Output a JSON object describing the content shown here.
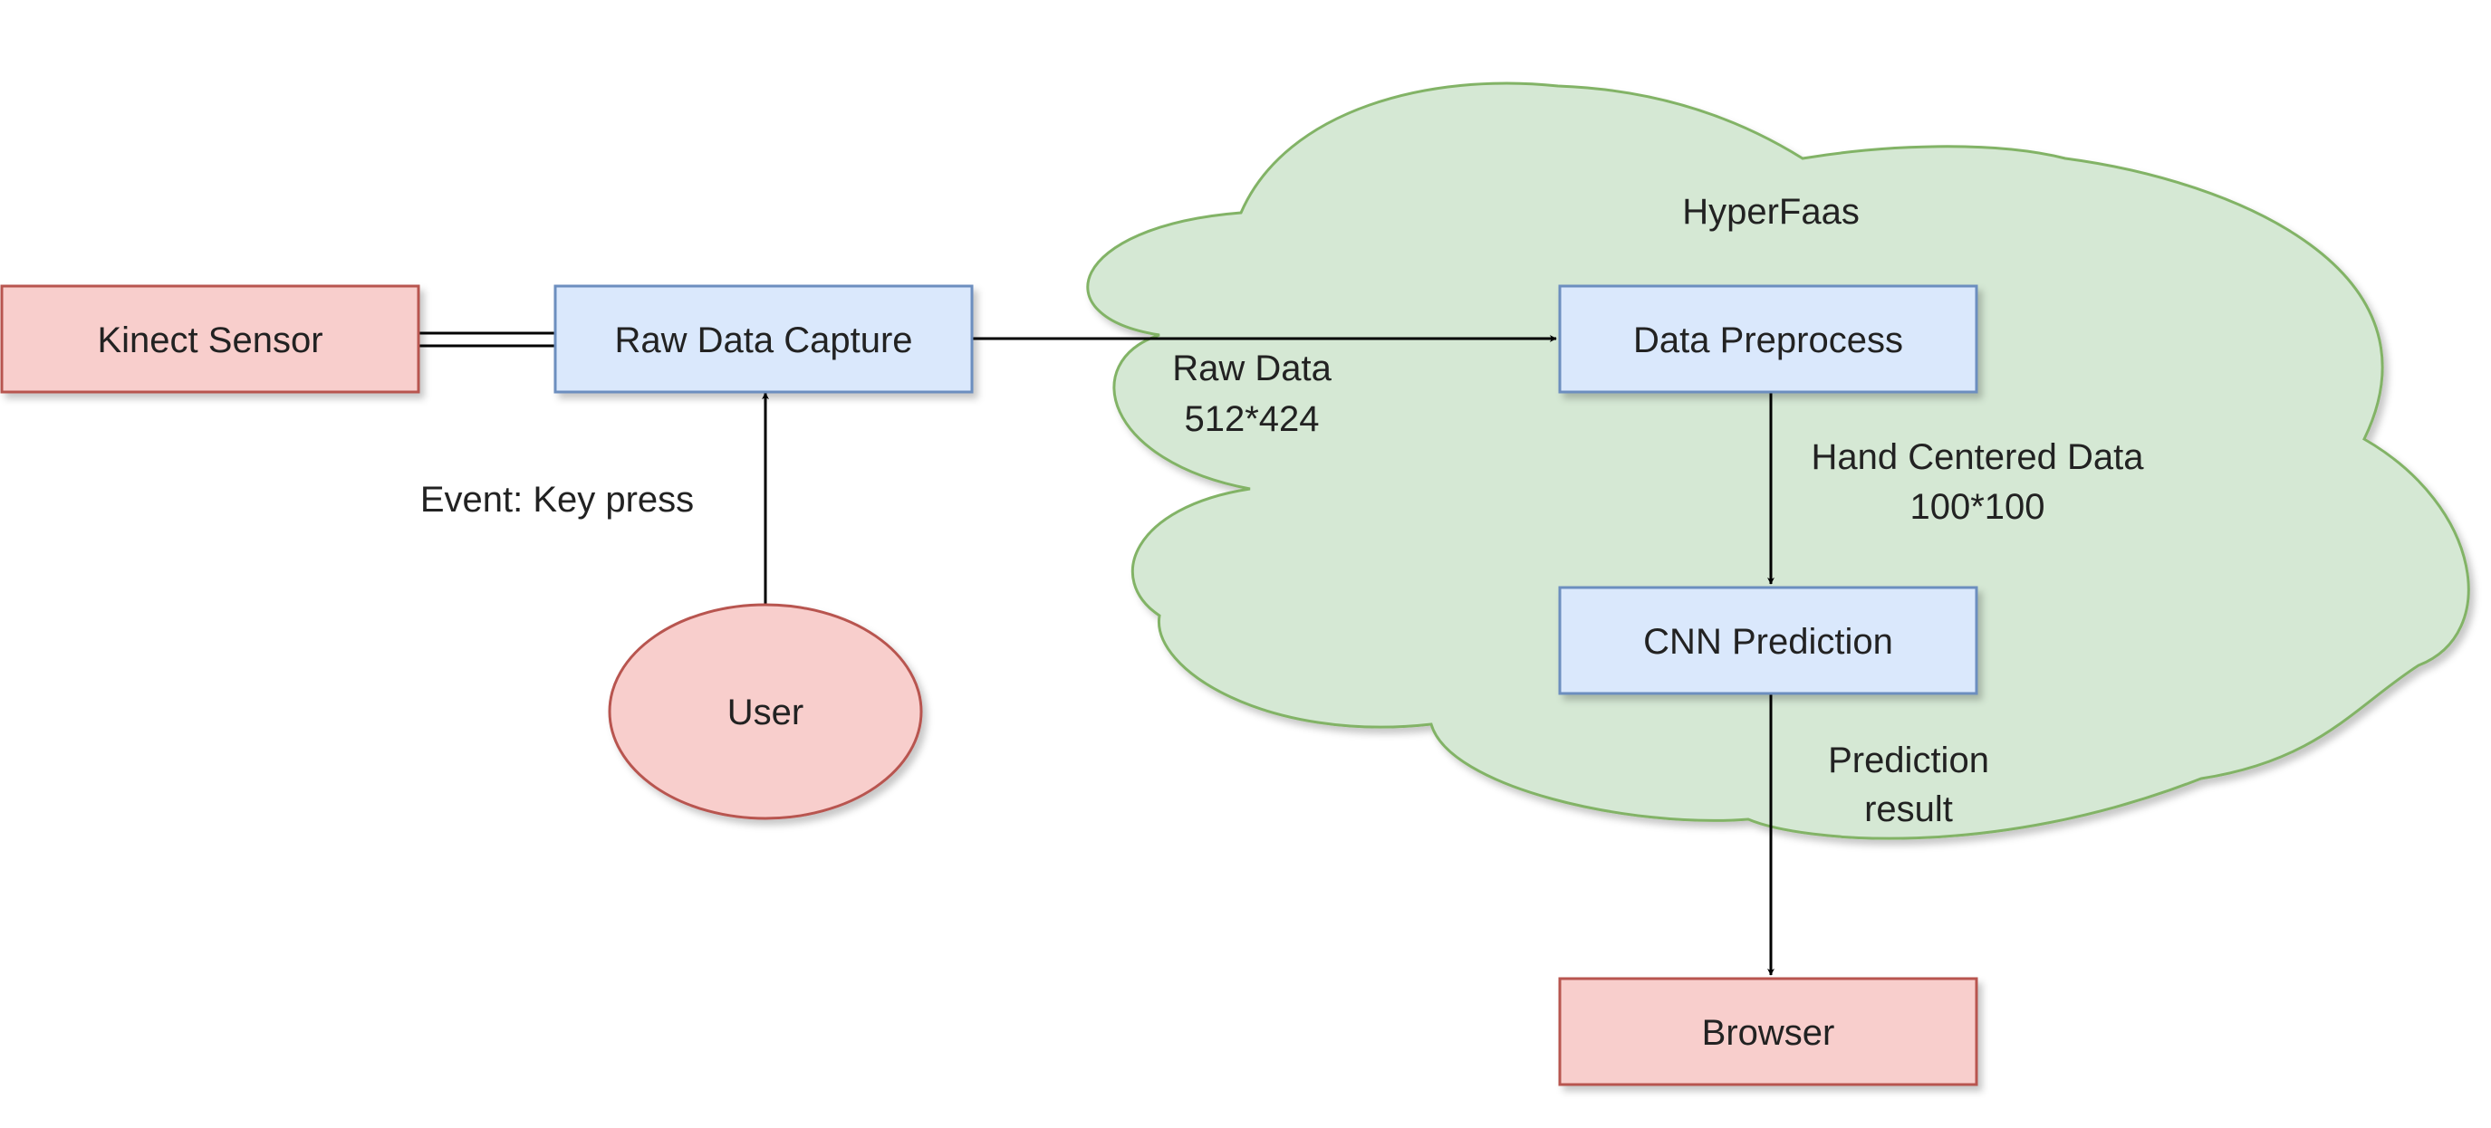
{
  "colors": {
    "red_fill": "#f8cecc",
    "red_stroke": "#b85450",
    "blue_fill": "#dae8fc",
    "blue_stroke": "#6c8ebf",
    "green_fill": "#d5e8d4",
    "green_stroke": "#82b366",
    "line": "#000000"
  },
  "nodes": {
    "kinect_sensor": "Kinect Sensor",
    "raw_data_capture": "Raw Data Capture",
    "user": "User",
    "hyperfaas": "HyperFaas",
    "data_preprocess": "Data Preprocess",
    "cnn_prediction": "CNN Prediction",
    "browser": "Browser"
  },
  "edges": {
    "event_key_press": "Event: Key press",
    "raw_data_line1": "Raw Data",
    "raw_data_line2": "512*424",
    "hand_centered_line1": "Hand Centered Data",
    "hand_centered_line2": "100*100",
    "prediction_result_line1": "Prediction",
    "prediction_result_line2": "result"
  }
}
